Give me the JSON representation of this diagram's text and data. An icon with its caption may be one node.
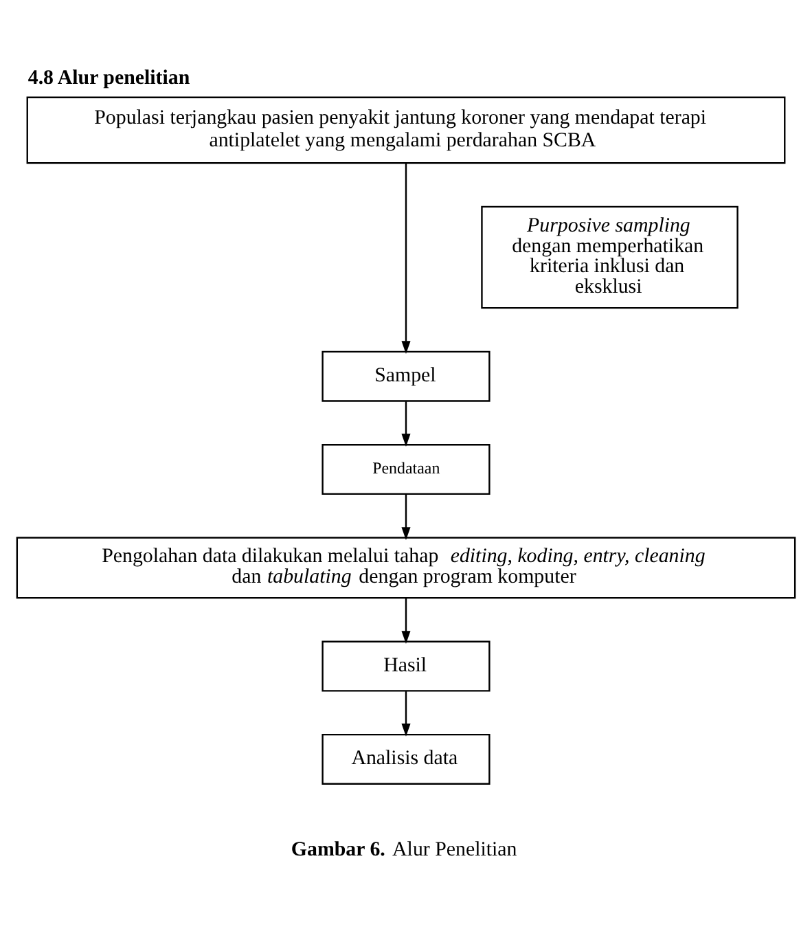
{
  "diagram": {
    "title": "4.8 Alur penelitian",
    "caption": "**Gambar 6.** Alur Penelitian",
    "nodes": [
      {
        "text": [
          "Populasi terjangkau pasien penyakit jantung koroner yang mendapat terapi antiplatelet yang mengalami perdarahan SCBA"
        ]
      },
      {
        "text": [
          "*Purposive sampling* dengan memperhatikan kriteria inklusi dan eksklusi"
        ]
      },
      {
        "text": [
          "Sampel"
        ]
      },
      {
        "text": [
          "Pendataan"
        ]
      },
      {
        "text": [
          "Pengolahan data dilakukan melalui tahap *editing, koding, entry, cleaning* dan *tabulating* dengan program komputer"
        ]
      },
      {
        "text": [
          "Hasil"
        ]
      },
      {
        "text": [
          "Analisis data"
        ]
      }
    ],
    "edges": [
      {
        "from": 0,
        "to": 2,
        "arrow": "to"
      },
      {
        "from": 2,
        "to": 3,
        "arrow": "to"
      },
      {
        "from": 3,
        "to": 4,
        "arrow": "to"
      },
      {
        "from": 4,
        "to": 5,
        "arrow": "to"
      },
      {
        "from": 5,
        "to": 6,
        "arrow": "to"
      }
    ]
  }
}
